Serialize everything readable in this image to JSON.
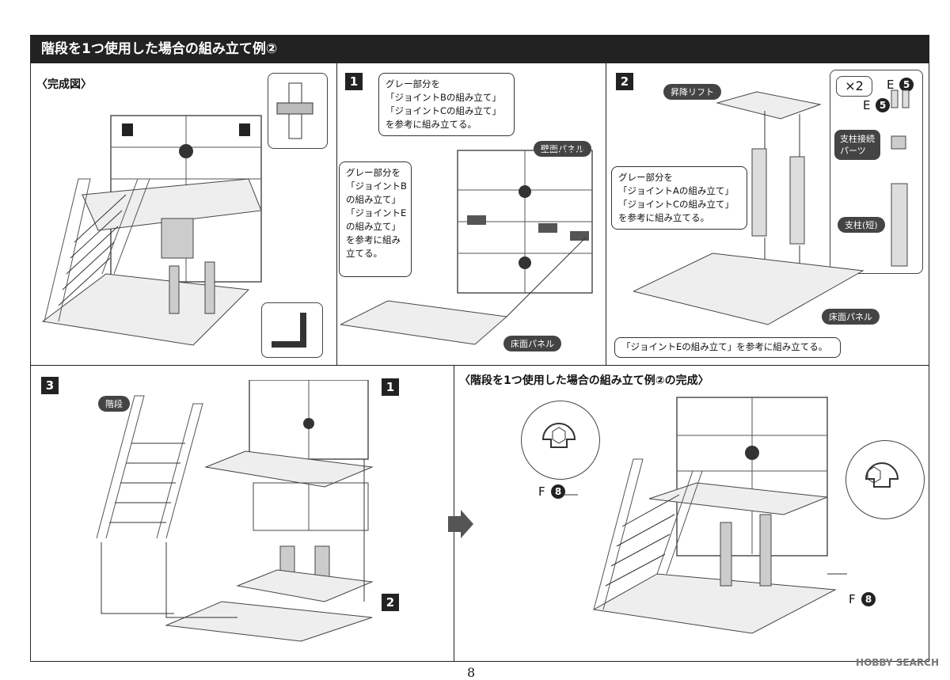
{
  "header": {
    "title": "階段を1つ使用した場合の組み立て例②"
  },
  "completed": {
    "title": "〈完成図〉"
  },
  "step1": {
    "number": "1",
    "bubble_b": "グレー部分を\n「ジョイントBの組み立て」\n「ジョイントCの組み立て」\nを参考に組み立てる。",
    "bubble_be": "グレー部分を\n「ジョイントB\nの組み立て」\n「ジョイントE\nの組み立て」\nを参考に組み\n立てる。",
    "wall_label": "壁面パネル",
    "floor_label": "床面パネル"
  },
  "step2": {
    "number": "2",
    "lift_label": "昇降リフト",
    "bubble_ac": "グレー部分を\n「ジョイントAの組み立て」\n「ジョイントCの組み立て」\nを参考に組み立てる。",
    "multiplier": "×2",
    "part_e_top": "E",
    "part_e_bottom": "E",
    "part_e_number": "5",
    "connector_label": "支柱接続\nパーツ",
    "pillar_label": "支柱(短)",
    "floor_label": "床面パネル",
    "note": "「ジョイントEの組み立て」を参考に組み立てる。"
  },
  "step3": {
    "number": "3",
    "stairs_label": "階段",
    "ref1": "1",
    "ref2": "2"
  },
  "finish": {
    "title": "〈階段を1つ使用した場合の組み立て例②の完成〉",
    "part_f": "F",
    "part_f_number": "8"
  },
  "footer": {
    "page": "8",
    "watermark": "HOBBY SEARCH"
  }
}
